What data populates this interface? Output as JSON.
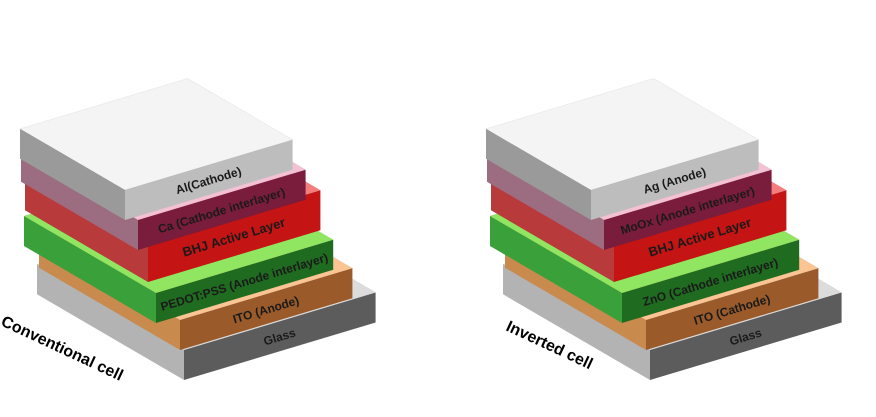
{
  "diagrams": [
    {
      "name": "conventional",
      "title": "Conventional cell",
      "layers": [
        {
          "label": "Glass",
          "front": "#b3b3b3",
          "top": "#dcdcdc",
          "side": "#5c5c5c"
        },
        {
          "label": "ITO (Anode)",
          "front": "#c98a4e",
          "top": "#fbc492",
          "side": "#9a5a2a"
        },
        {
          "label": "PEDOT:PSS (Anode interlayer)",
          "front": "#3aa03a",
          "top": "#90e660",
          "side": "#1f6b1f"
        },
        {
          "label": "BHJ Active Layer",
          "front": "#b83a3a",
          "top": "#f47e7e",
          "side": "#c41414"
        },
        {
          "label": "Ca (Cathode interlayer)",
          "front": "#9c6c80",
          "top": "#f3c0d4",
          "side": "#7a1c3c"
        },
        {
          "label": "Al(Cathode)",
          "front": "#9a9a9a",
          "top": "#f4f4f4",
          "side": "#bdbdbd"
        }
      ]
    },
    {
      "name": "inverted",
      "title": "Inverted cell",
      "layers": [
        {
          "label": "Glass",
          "front": "#b3b3b3",
          "top": "#dcdcdc",
          "side": "#5c5c5c"
        },
        {
          "label": "ITO (Cathode)",
          "front": "#c98a4e",
          "top": "#fbc492",
          "side": "#9a5a2a"
        },
        {
          "label": "ZnO (Cathode interlayer)",
          "front": "#3aa03a",
          "top": "#90e660",
          "side": "#1f6b1f"
        },
        {
          "label": "BHJ Active Layer",
          "front": "#b83a3a",
          "top": "#f47e7e",
          "side": "#c41414"
        },
        {
          "label": "MoOx (Anode interlayer)",
          "front": "#9c6c80",
          "top": "#f3c0d4",
          "side": "#7a1c3c"
        },
        {
          "label": "Ag (Anode)",
          "front": "#9a9a9a",
          "top": "#f4f4f4",
          "side": "#bdbdbd"
        }
      ]
    }
  ]
}
